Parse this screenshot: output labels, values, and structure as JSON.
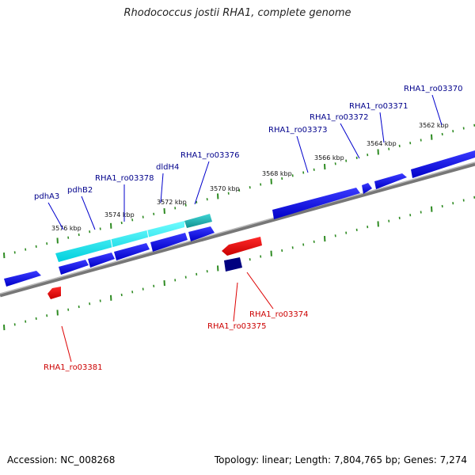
{
  "title": "Rhodococcus jostii RHA1, complete genome",
  "footer": {
    "accession": "Accession: NC_008268",
    "summary": "Topology: linear; Length: 7,804,765 bp; Genes: 7,274"
  },
  "colors": {
    "forward_gene": "#0000ee",
    "reverse_gene": "#ee0000",
    "operon": "#00e5ee",
    "highlight_gene": "#000080",
    "backbone": "#777777",
    "ticks": "#2e8b22",
    "forward_label": "#00008b",
    "reverse_label": "#cc0000"
  },
  "kbp_labels": [
    "3576 kbp",
    "3574 kbp",
    "3572 kbp",
    "3570 kbp",
    "3568 kbp",
    "3566 kbp",
    "3564 kbp",
    "3562 kbp"
  ],
  "forward_labels": [
    "pdhA3",
    "pdhB2",
    "RHA1_ro03378",
    "dldH4",
    "RHA1_ro03376",
    "RHA1_ro03373",
    "RHA1_ro03372",
    "RHA1_ro03371",
    "RHA1_ro03370"
  ],
  "reverse_labels": [
    "RHA1_ro03381",
    "RHA1_ro03375",
    "RHA1_ro03374"
  ]
}
